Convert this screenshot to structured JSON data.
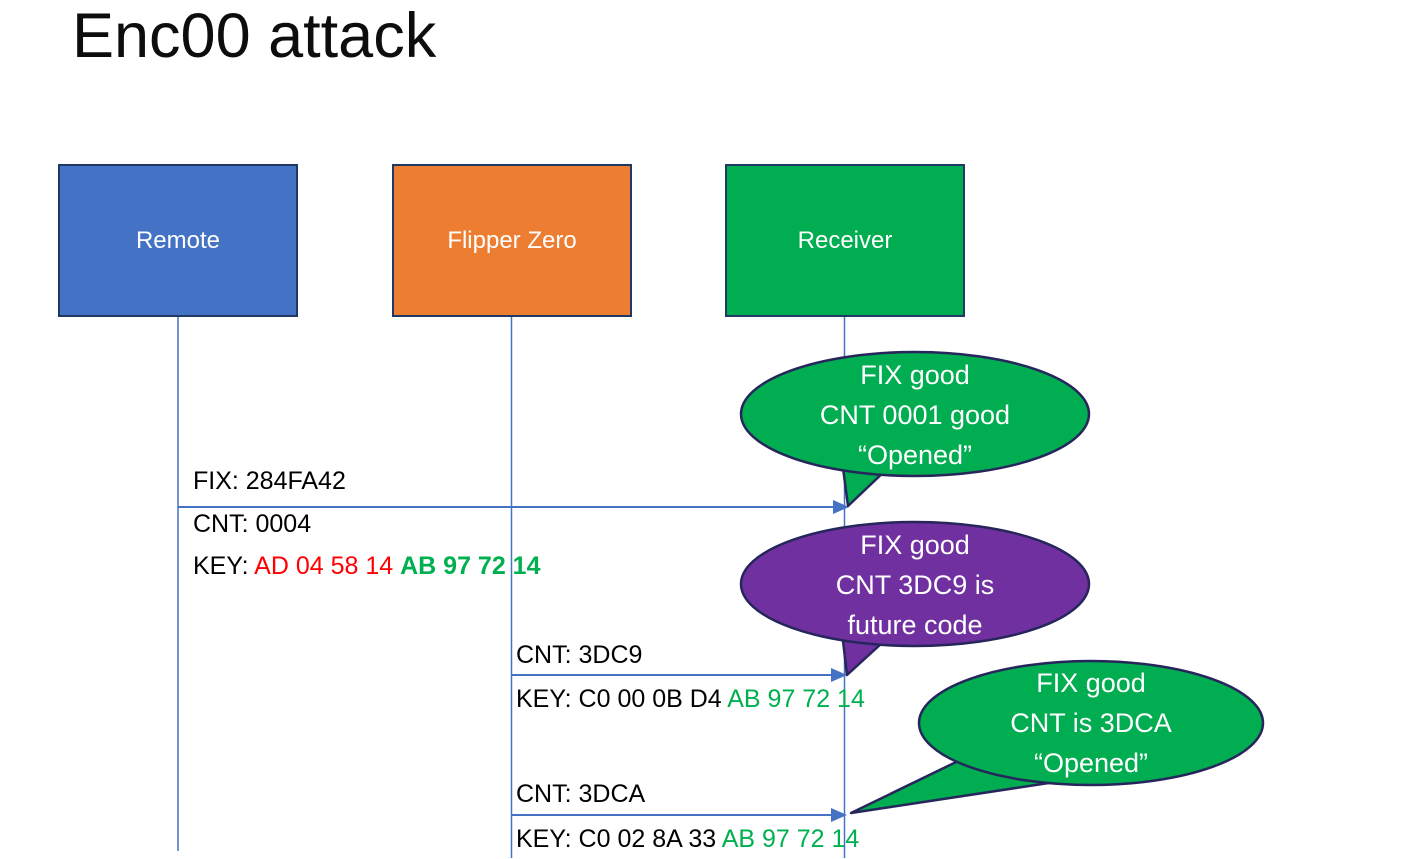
{
  "slide": {
    "title": "Enc00 attack"
  },
  "colors": {
    "remote_blue": "#4472C4",
    "flipper_orange": "#ED7D31",
    "receiver_green": "#00AD50",
    "callout_green": "#00AD50",
    "callout_purple": "#7030A0",
    "line_blue": "#4472C4",
    "shape_border_dark": "#1F3864",
    "key_red": "#FF0000",
    "key_green": "#00B050",
    "text_black": "#000000",
    "text_white": "#FFFFFF"
  },
  "actors": [
    {
      "id": "remote",
      "label": "Remote"
    },
    {
      "id": "flipper-zero",
      "label": "Flipper Zero"
    },
    {
      "id": "receiver",
      "label": "Receiver"
    }
  ],
  "messages": {
    "m1": {
      "from": "Remote",
      "to": "Receiver",
      "fix": "FIX: 284FA42",
      "cnt": "CNT: 0004",
      "key_label": "KEY: ",
      "key_red": "AD 04 58 14 ",
      "key_green": "AB 97 72 14"
    },
    "m2": {
      "from": "Flipper Zero",
      "to": "Receiver",
      "cnt": "CNT: 3DC9",
      "key_black": "KEY: C0 00 0B D4 ",
      "key_green": "AB 97 72 14"
    },
    "m3": {
      "from": "Flipper Zero",
      "to": "Receiver",
      "cnt": "CNT: 3DCA",
      "key_black": "KEY: C0 02 8A 33 ",
      "key_green": "AB 97 72 14"
    }
  },
  "callouts": {
    "c1": {
      "color": "green",
      "line1": "FIX good",
      "line2": "CNT 0001 good",
      "line3": "“Opened”"
    },
    "c2": {
      "color": "purple",
      "line1": "FIX good",
      "line2": "CNT 3DC9 is",
      "line3": "future code"
    },
    "c3": {
      "color": "green",
      "line1": "FIX good",
      "line2": "CNT is 3DCA",
      "line3": "“Opened”"
    }
  }
}
